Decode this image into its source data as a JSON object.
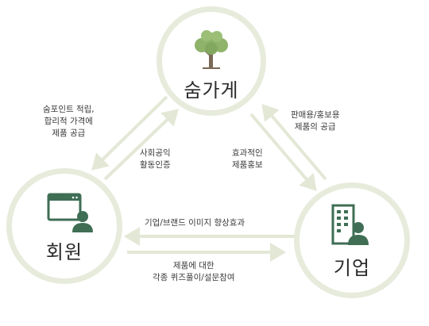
{
  "nodes": {
    "top": {
      "title": "숨가게",
      "icon": "tree-icon"
    },
    "left": {
      "title": "회원",
      "icon": "user-browser-icon"
    },
    "right": {
      "title": "기업",
      "icon": "company-building-icon"
    }
  },
  "edges": {
    "member_to_shop": [
      "사회공익",
      "활동인증"
    ],
    "shop_to_member": [
      "숨포인트 적립,",
      "합리적 가격에",
      "제품 공급"
    ],
    "company_to_shop": [
      "판매용/홍보용",
      "제품의 공급"
    ],
    "shop_to_company": [
      "효과적인",
      "제품홍보"
    ],
    "company_to_member": [
      "기업/브랜드 이미지 향상효과"
    ],
    "member_to_company": [
      "제품에 대한",
      "각종 퀴즈풀이/설문참여"
    ]
  },
  "colors": {
    "circle_border": "#e7ebdb",
    "arrow": "#e3e8d6",
    "icon_green": "#3f6e55",
    "tree_leaf": "#8fb36a",
    "tree_trunk": "#7a6a55"
  }
}
